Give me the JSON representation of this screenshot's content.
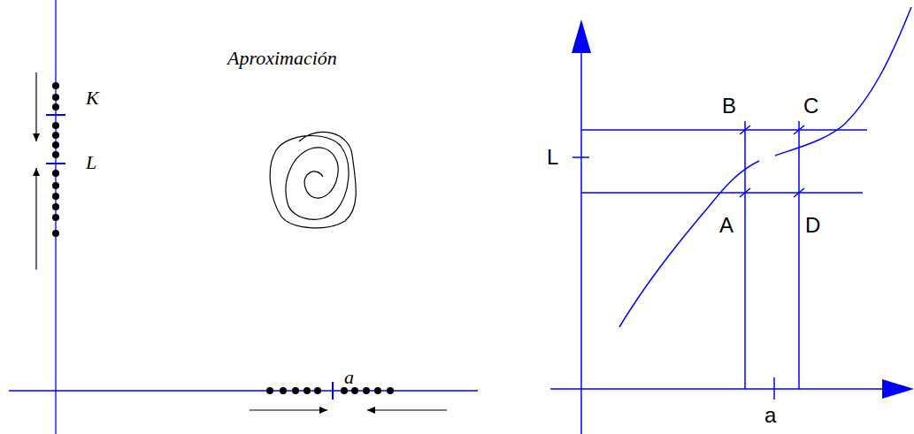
{
  "diagram": {
    "labels": [
      "K",
      "L",
      "Aproximación",
      "a",
      "B",
      "C",
      "L",
      "A",
      "D",
      "a"
    ]
  }
}
